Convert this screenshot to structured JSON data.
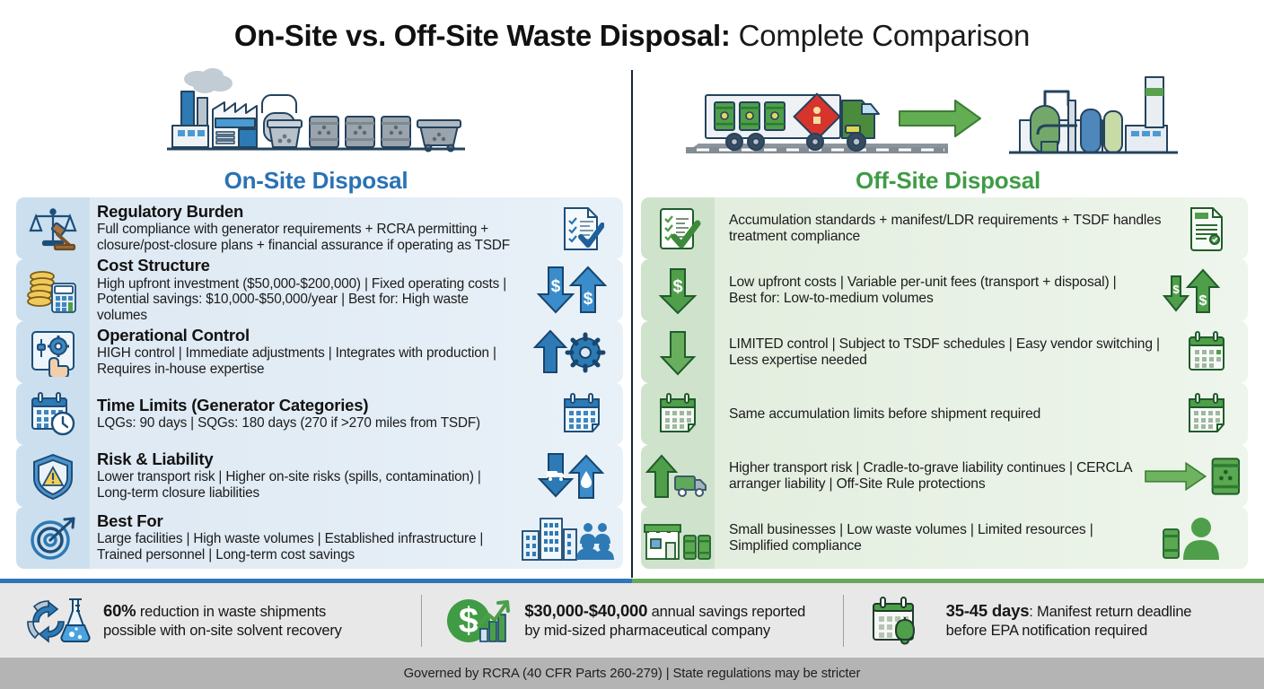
{
  "title": {
    "bold": "On-Site vs. Off-Site Waste Disposal:",
    "light": "Complete Comparison"
  },
  "colors": {
    "onsite_accent": "#2a72b5",
    "offsite_accent": "#3f9c45",
    "onsite_band": "#dee9f3",
    "offsite_band": "#e3eedf",
    "footer_bg": "#b4b4b4",
    "stats_bg": "#e8e8e8"
  },
  "headers": {
    "left": {
      "label": "On-Site Disposal",
      "art": "factory-with-waste-drums-illustration"
    },
    "right": {
      "label": "Off-Site Disposal",
      "art": "hazmat-truck-to-tsdf-facility-illustration"
    }
  },
  "rows": [
    {
      "icon": "scales-of-justice-icon",
      "title": "Regulatory Burden",
      "desc": "Full compliance with generator requirements + RCRA permitting + closure/post-closure plans + financial assurance if operating as TSDF",
      "end_icon": "document-checklist-checkmark-icon",
      "right": {
        "icon": "green-checklist-clipboard-icon",
        "desc": "Accumulation standards + manifest/LDR requirements + TSDF handles treatment compliance",
        "end_icon": "manifest-document-verified-icon"
      }
    },
    {
      "icon": "coins-and-calculator-icon",
      "title": "Cost Structure",
      "desc": "High upfront investment ($50,000-$200,000) | Fixed operating costs | Potential savings: $10,000-$50,000/year | Best for: High waste volumes",
      "end_icon": "dollar-down-up-arrows-icon",
      "right": {
        "icon": "green-dollar-down-arrow-icon",
        "desc": "Low upfront costs | Variable per-unit fees (transport + disposal) | Best for: Low-to-medium volumes",
        "end_icon": "green-dollar-down-up-arrows-icon"
      }
    },
    {
      "icon": "control-panel-hand-gear-icon",
      "title": "Operational Control",
      "desc": "HIGH control | Immediate adjustments | Integrates with production | Requires in-house expertise",
      "end_icon": "up-arrow-gear-icon",
      "right": {
        "icon": "green-down-arrow-icon",
        "desc": "LIMITED control | Subject to TSDF schedules | Easy vendor switching | Less expertise needed",
        "end_icon": "green-calendar-icon"
      }
    },
    {
      "icon": "calendar-clock-icon",
      "title": "Time Limits (Generator Categories)",
      "desc": "LQGs: 90 days | SQGs: 180 days (270 if >270 miles from TSDF)",
      "end_icon": "calendar-icon",
      "right": {
        "icon": "green-calendar-icon",
        "desc": "Same accumulation limits before shipment required",
        "end_icon": "green-calendar-icon"
      }
    },
    {
      "icon": "shield-warning-icon",
      "title": "Risk & Liability",
      "desc": "Lower transport risk | Higher on-site risks (spills, contamination) | Long-term closure liabilities",
      "end_icon": "truck-down-spill-up-arrows-icon",
      "right": {
        "icon": "green-up-arrow-truck-icon",
        "desc": "Higher transport risk | Cradle-to-grave liability continues | CERCLA arranger liability | Off-Site Rule protections",
        "end_icon": "green-arrow-to-hazard-drum-icon"
      }
    },
    {
      "icon": "target-with-arrow-icon",
      "title": "Best For",
      "desc": "Large facilities | High waste volumes | Established infrastructure | Trained personnel | Long-term cost savings",
      "end_icon": "office-building-and-people-icon",
      "right": {
        "icon": "storefront-and-drums-icon",
        "desc": "Small businesses | Low waste volumes | Limited resources | Simplified compliance",
        "end_icon": "drum-and-person-icon"
      }
    }
  ],
  "stats": [
    {
      "icon": "recycling-flask-icon",
      "strong": "60%",
      "rest": " reduction in waste shipments",
      "line2": "possible with on-site solvent recovery"
    },
    {
      "icon": "dollar-growth-chart-icon",
      "strong": "$30,000-$40,000",
      "rest": " annual savings reported",
      "line2": "by mid-sized pharmaceutical company"
    },
    {
      "icon": "calendar-bell-icon",
      "strong": "35-45 days",
      "rest": ": Manifest return deadline",
      "line2": "before EPA notification required"
    }
  ],
  "footer": {
    "text": "Governed by RCRA (40 CFR Parts 260-279) | State regulations may be stricter"
  }
}
